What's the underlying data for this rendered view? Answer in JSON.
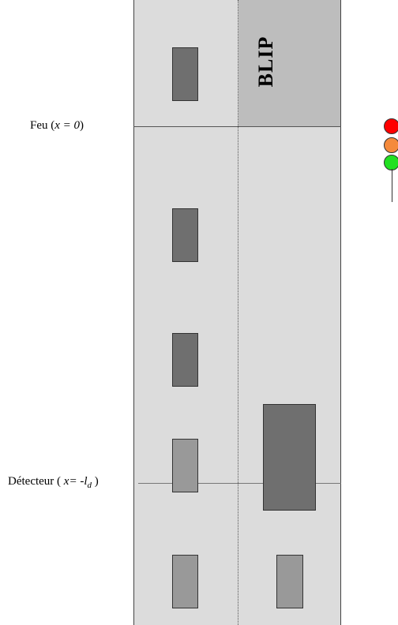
{
  "labels": {
    "feu_prefix": "Feu (",
    "feu_var": "x = 0",
    "feu_suffix": ")",
    "detecteur_prefix": "Détecteur ( ",
    "detecteur_var": "x= -l",
    "detecteur_sub": "d",
    "detecteur_suffix": " )",
    "blip": "BLIP"
  },
  "colors": {
    "road": "#dcdcdc",
    "blip_zone": "#bdbdbd",
    "vehicle": "#999999",
    "vehicle_large": "#6f6f6f",
    "light_red": "#ff0000",
    "light_orange": "#f58a3c",
    "light_green": "#22e022"
  },
  "icons": [
    "traffic-light-icon"
  ]
}
